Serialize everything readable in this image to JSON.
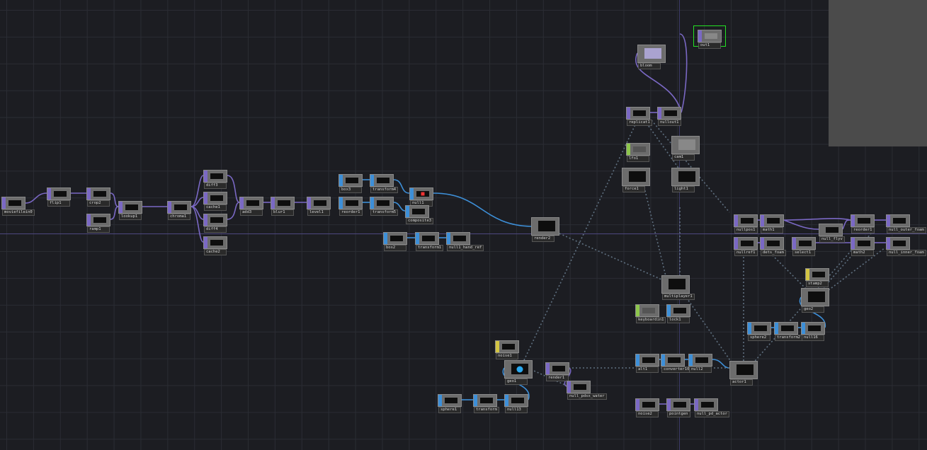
{
  "nodes": {
    "moviefilein1": "moviefilein0",
    "flip1": "flip1",
    "crop2": "crop2",
    "ramp1": "ramp1",
    "lookup1": "lookup1",
    "chroma1": "chroma1",
    "diff3": "diff3",
    "cache1": "cache1",
    "diff4": "diff4",
    "cache2": "cache2",
    "add3": "add3",
    "blur1": "blur1",
    "level1": "level1",
    "box3": "box3",
    "reorder1": "reorder1",
    "transform4": "transform4",
    "transform5": "transform5",
    "null1": "null1",
    "composite3": "composite3",
    "box2": "box2",
    "transform1": "transform1",
    "null1_hand_ref": "null1_hand_ref",
    "render2": "render2",
    "bloom": "bloom",
    "out1": "out1",
    "replicator1": "replicat1",
    "nullout1": "nullout1",
    "lfo1": "lfo1",
    "cam1": "cam1",
    "force1": "force1",
    "light1": "light1",
    "multiplayer1": "multiplayer1",
    "keyboardin1": "keyboardin1",
    "lock1": "lock1",
    "noise1": "noise1",
    "geo1": "geo1",
    "render1": "render1",
    "null_pdsx_water": "null_pdsx_water",
    "sphere1": "sphere1",
    "transform": "transform",
    "null13": "null13",
    "alt1": "alt1",
    "converter10": "converter10",
    "null2": "null2",
    "actor1": "actor1",
    "noise2": "noise2",
    "pointgen": "pointgen",
    "null_pd_actor": "null_pd_actor",
    "nullpos1": "nullpos1",
    "math1": "math1",
    "null_flyv": "null_flyv",
    "reorder2": "reorder1",
    "null_outer_foam": "null_outer_foam",
    "nullrefs": "nullref1",
    "dets_foam": "dets_foam",
    "select1": "select1",
    "math2": "math2",
    "null_inner_foam": "null_inner_foam",
    "stamp2": "stamp2",
    "geo2": "geo2",
    "sphere2": "sphere2",
    "transform2": "transform2",
    "null16": "null16"
  },
  "colors": {
    "selected": "#23e223",
    "top": "#7a68c4",
    "sop": "#3d8fd8",
    "chop": "#8dc64c",
    "dat": "#d2c443"
  }
}
